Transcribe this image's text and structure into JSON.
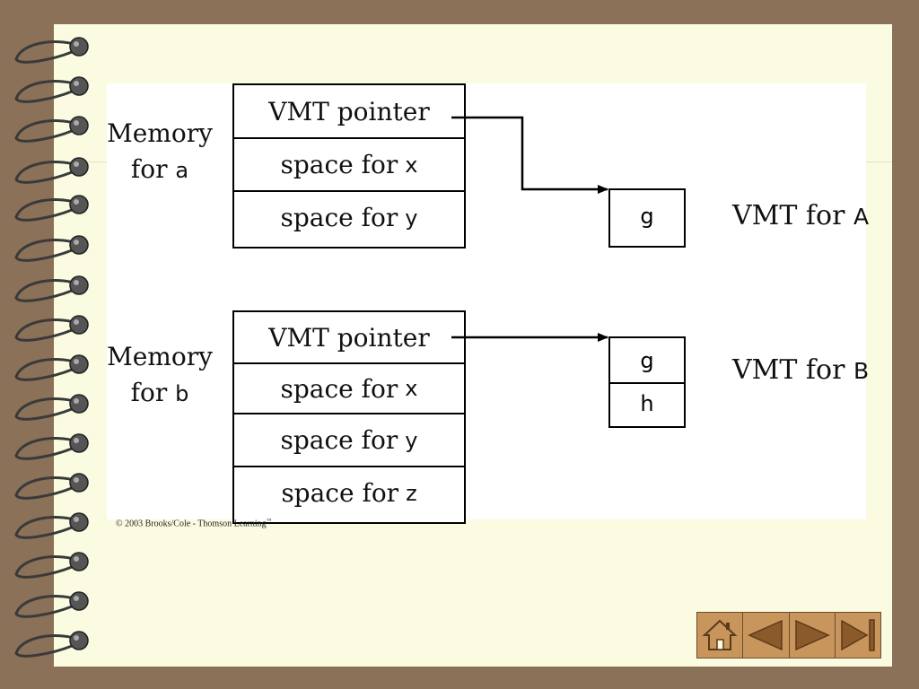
{
  "memory_a": {
    "label_line1": "Memory",
    "label_prefix": "for",
    "label_var": "a",
    "cells": [
      {
        "text": "VMT pointer",
        "var": ""
      },
      {
        "text": "space for",
        "var": "x"
      },
      {
        "text": "space for",
        "var": "y"
      }
    ]
  },
  "memory_b": {
    "label_line1": "Memory",
    "label_prefix": "for",
    "label_var": "b",
    "cells": [
      {
        "text": "VMT pointer",
        "var": ""
      },
      {
        "text": "space for",
        "var": "x"
      },
      {
        "text": "space for",
        "var": "y"
      },
      {
        "text": "space for",
        "var": "z"
      }
    ]
  },
  "vmt_a": {
    "label": "VMT for",
    "class": "A",
    "entries": [
      "g"
    ]
  },
  "vmt_b": {
    "label": "VMT for",
    "class": "B",
    "entries": [
      "g",
      "h"
    ]
  },
  "copyright": "© 2003 Brooks/Cole - Thomson Learning",
  "copyright_mark": "™",
  "nav": {
    "buttons": [
      "home",
      "previous",
      "next",
      "last"
    ]
  },
  "colors": {
    "background": "#8a7158",
    "page": "#fbfbe1",
    "nav_fill": "#c8955c",
    "nav_icon": "#8a5a2b"
  }
}
